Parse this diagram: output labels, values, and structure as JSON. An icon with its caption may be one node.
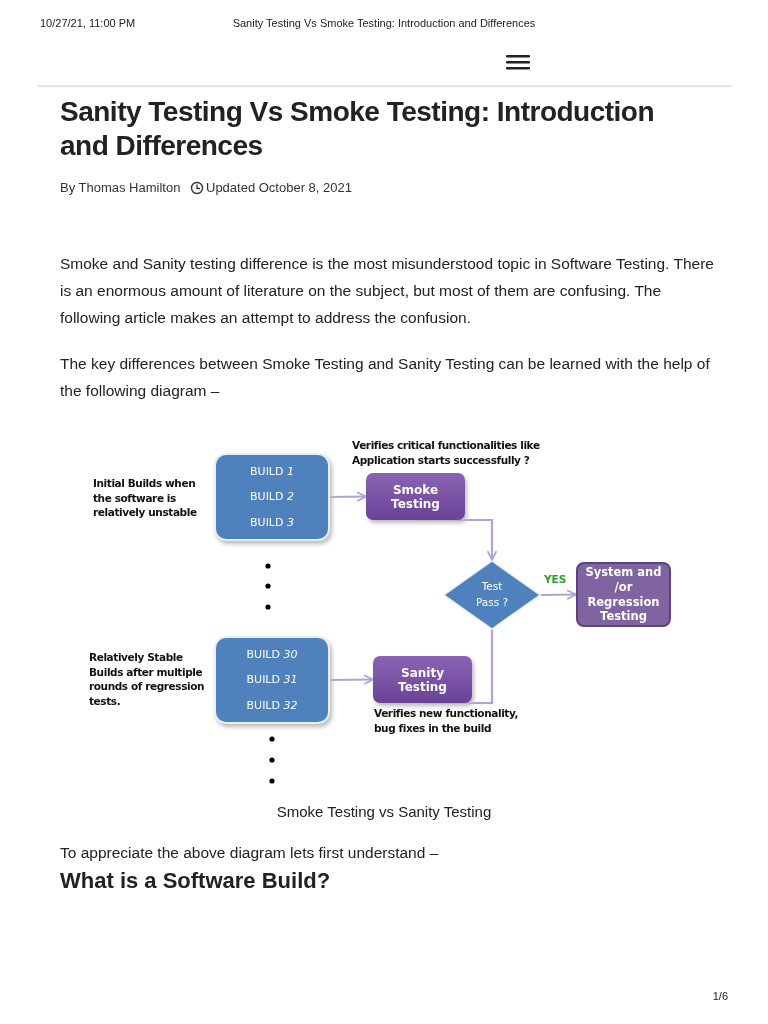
{
  "diagram": {
    "title": "Sanity Testing Vs Smoke Testing: Introduction and Differences",
    "caption": "Smoke Testing vs Sanity Testing",
    "nodes": [
      {
        "text": [
          "BUILD *1*",
          "BUILD *2*",
          "BUILD *3*"
        ],
        "beside": [
          "Initial Builds when the software is relatively unstable"
        ]
      },
      {
        "text": [
          "Smoke Testing"
        ],
        "beside": [
          "Verifies critical functionalities like Application starts successfully ?"
        ]
      },
      {
        "text": [
          "Test Pass ?"
        ]
      },
      {
        "text": [
          "System and /or Regression Testing"
        ]
      },
      {
        "text": [
          "BUILD *30*",
          "BUILD *31*",
          "BUILD *32*"
        ],
        "beside": [
          "Relatively Stable Builds after multiple rounds of regression tests."
        ]
      },
      {
        "text": [
          "Sanity Testing"
        ],
        "beside": [
          "Verifies new functionality, bug fixes in the build"
        ]
      }
    ],
    "edges": [
      {
        "from": 0,
        "to": 1,
        "arrow": "to"
      },
      {
        "from": 1,
        "to": 2,
        "arrow": "to"
      },
      {
        "from": 2,
        "to": 3,
        "arrow": "to",
        "label": "YES"
      },
      {
        "from": 4,
        "to": 5,
        "arrow": "to"
      },
      {
        "from": 5,
        "to": 2,
        "arrow": "to"
      }
    ],
    "labels": [
      "10/27/21, 11:00 PM",
      "Sanity Testing Vs Smoke Testing: Introduction and Differences",
      "By Thomas Hamilton",
      "Updated October 8, 2021",
      "Smoke and Sanity testing difference is the most misunderstood topic in Software Testing. There is an enormous amount of literature on the subject, but most of them are confusing. The following article makes an attempt to address the confusion.",
      "The key differences between Smoke Testing and Sanity Testing can be learned with the help of the following diagram –",
      "To appreciate the above diagram lets first understand –",
      "What is a Software Build?",
      "1/6"
    ]
  }
}
